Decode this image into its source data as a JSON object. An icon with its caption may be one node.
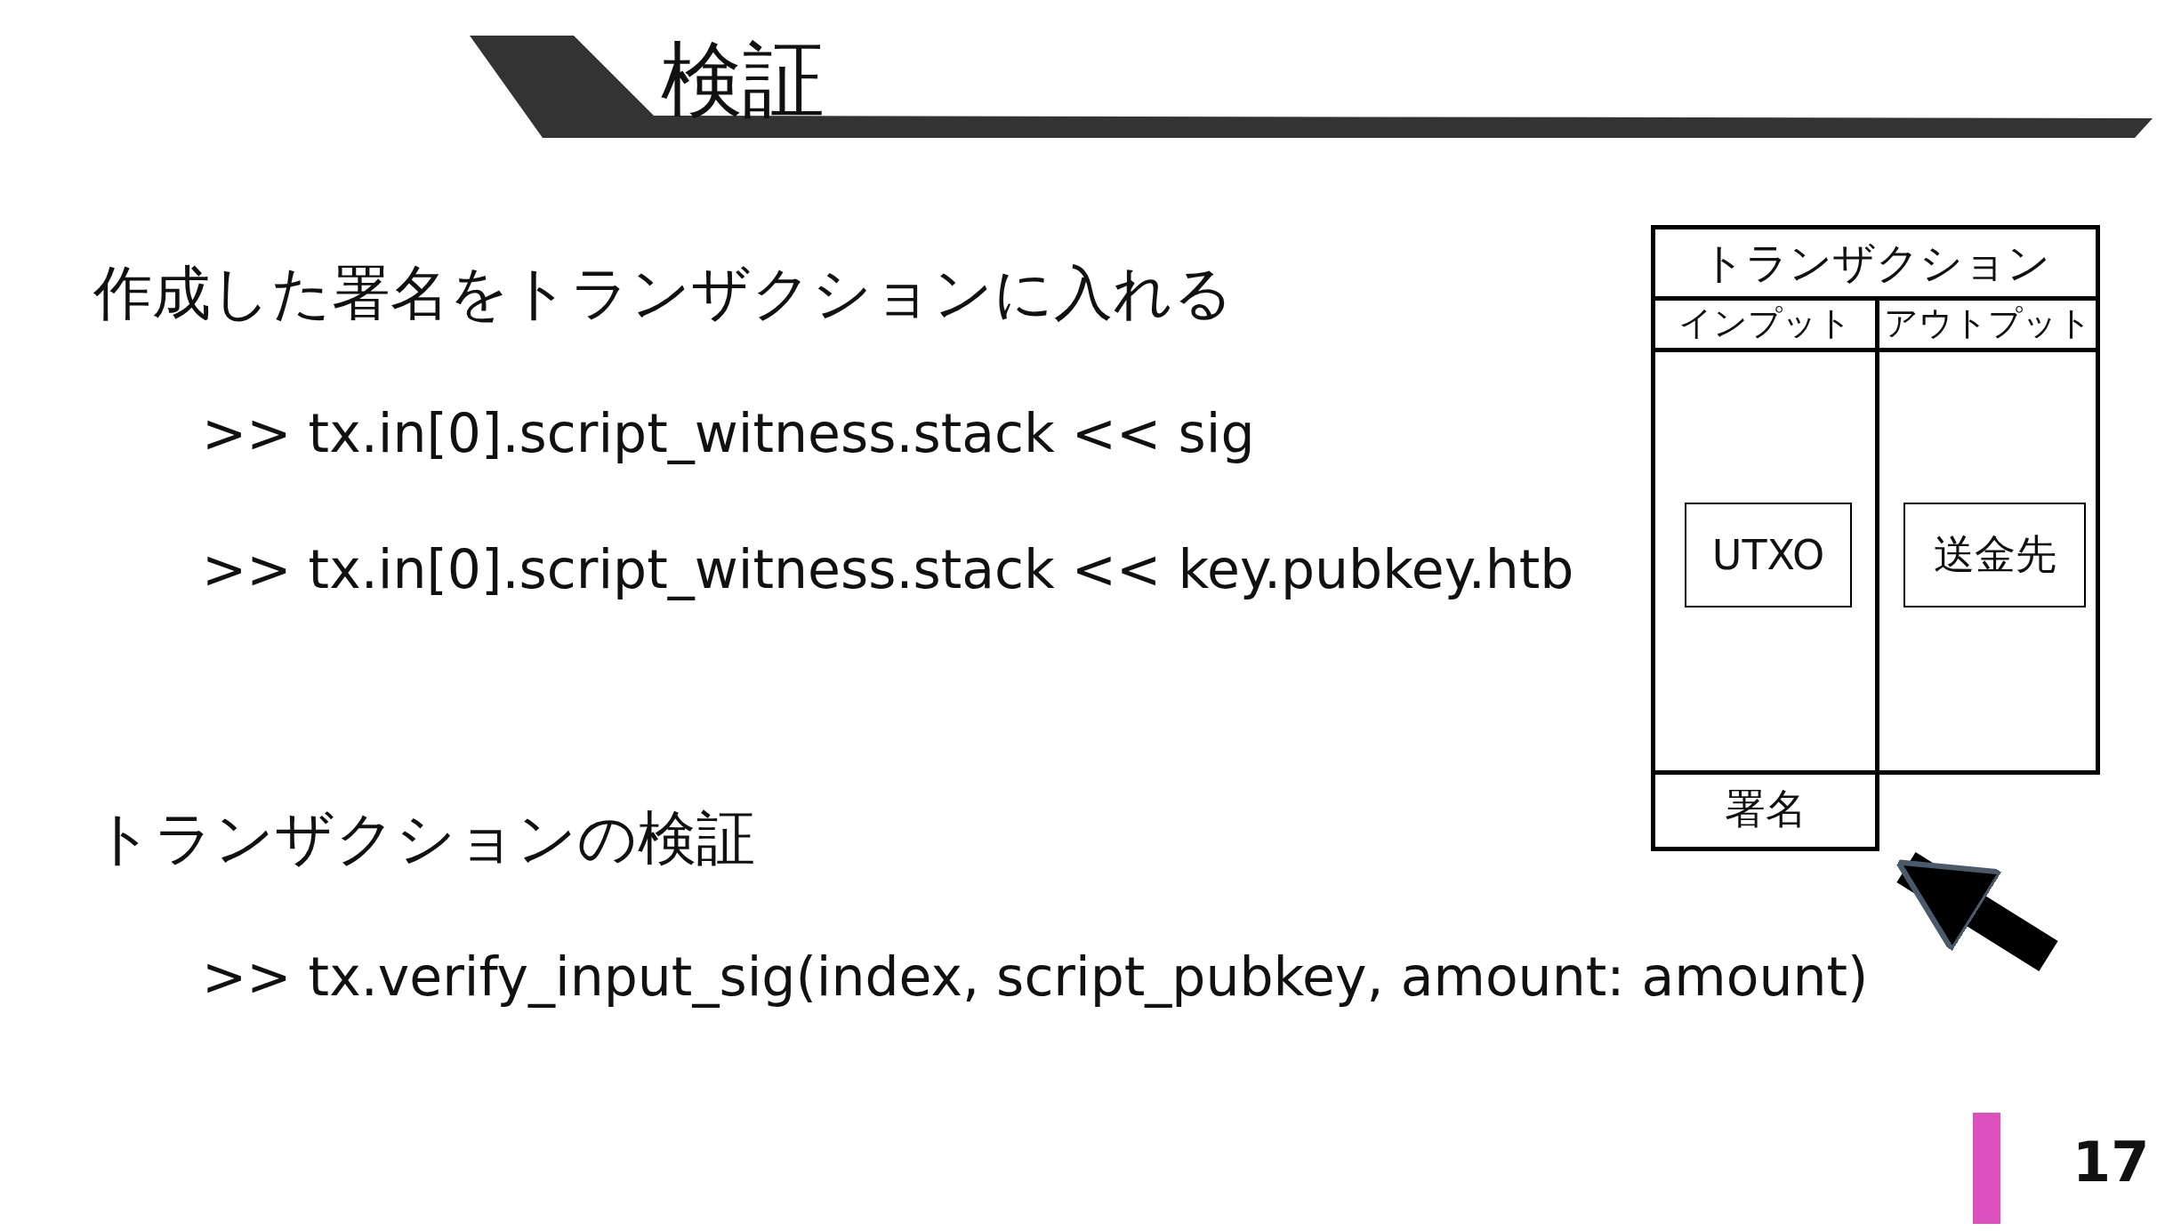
{
  "diagram": {
    "title": "検証",
    "nodes": [
      {
        "text": [
          "トランザクション"
        ]
      },
      {
        "text": [
          "インプット"
        ],
        "in": 0
      },
      {
        "text": [
          "アウトプット"
        ],
        "in": 0
      },
      {
        "text": [
          "UTXO"
        ],
        "in": 1
      },
      {
        "text": [
          "送金先"
        ],
        "in": 2
      },
      {
        "text": [
          "署名"
        ],
        "in": 0
      }
    ],
    "edges": [
      {
        "from": null,
        "to": 5,
        "arrow": "to"
      }
    ],
    "labels": [
      "作成した署名をトランザクションに入れる",
      ">> tx.in[0].script_witness.stack << sig",
      ">> tx.in[0].script_witness.stack << key.pubkey.htb",
      "トランザクションの検証",
      ">> tx.verify_input_sig(index, script_pubkey, amount: amount)",
      "17"
    ]
  }
}
